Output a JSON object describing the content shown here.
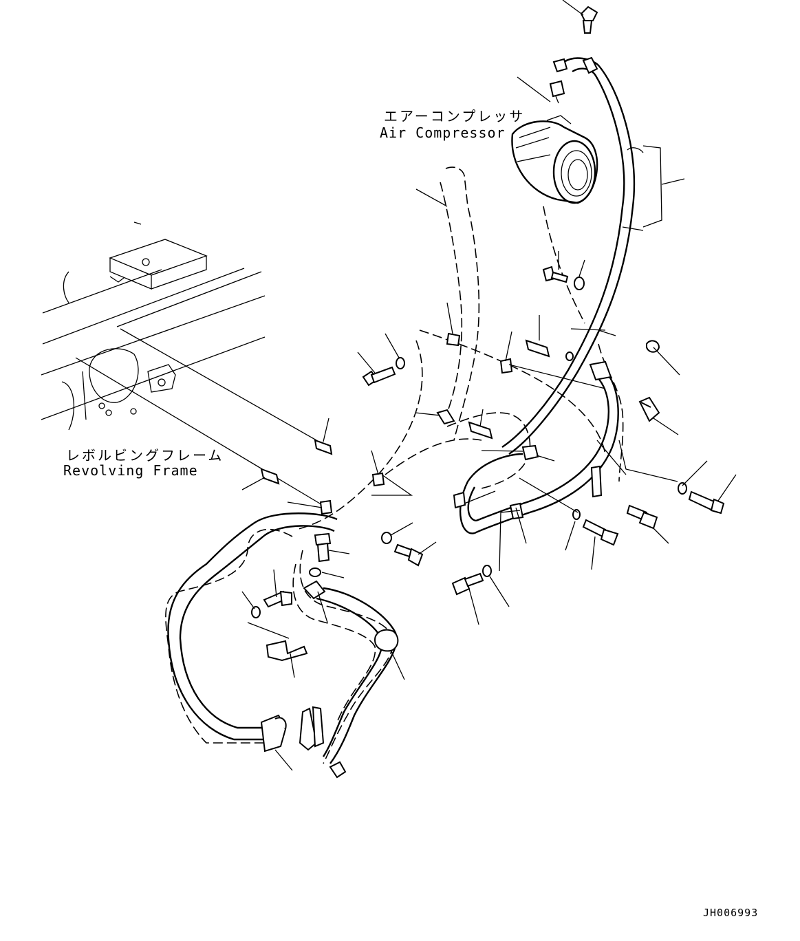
{
  "labels": {
    "compressor_jp": "エアーコンプレッサ",
    "compressor_en": "Air Compressor",
    "frame_jp": "レボルビングフレーム",
    "frame_en": "Revolving Frame"
  },
  "drawing_code": "JH006993"
}
